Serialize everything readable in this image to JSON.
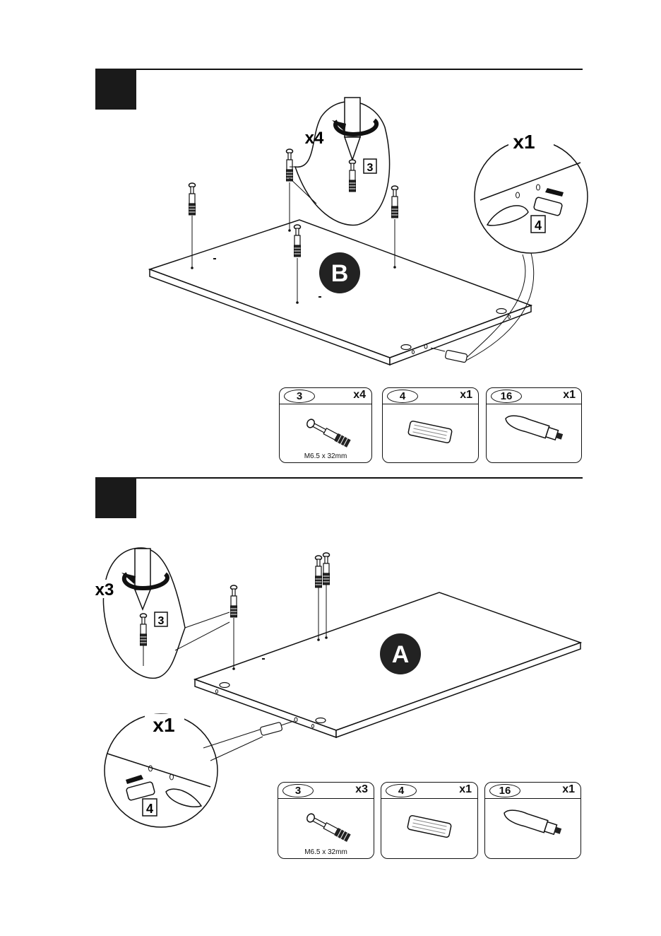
{
  "step1": {
    "number": "",
    "panel_label": "B",
    "screw_callout_qty": "x4",
    "screw_callout_part": "3",
    "dowel_callout_qty": "x1",
    "dowel_callout_part": "4",
    "parts": [
      {
        "id": "3",
        "qty": "x4",
        "spec": "M6.5 x 32mm",
        "icon": "cam-bolt-icon"
      },
      {
        "id": "4",
        "qty": "x1",
        "spec": "",
        "icon": "wood-dowel-icon"
      },
      {
        "id": "16",
        "qty": "x1",
        "spec": "",
        "icon": "cam-lock-icon"
      }
    ]
  },
  "step2": {
    "number": "",
    "panel_label": "A",
    "screw_callout_qty": "x3",
    "screw_callout_part": "3",
    "dowel_callout_qty": "x1",
    "dowel_callout_part": "4",
    "parts": [
      {
        "id": "3",
        "qty": "x3",
        "spec": "M6.5 x 32mm",
        "icon": "cam-bolt-icon"
      },
      {
        "id": "4",
        "qty": "x1",
        "spec": "",
        "icon": "wood-dowel-icon"
      },
      {
        "id": "16",
        "qty": "x1",
        "spec": "",
        "icon": "cam-lock-icon"
      }
    ]
  },
  "colors": {
    "ink": "#111111",
    "panel_badge": "#1a1a1a",
    "badge_text": "#ffffff"
  }
}
